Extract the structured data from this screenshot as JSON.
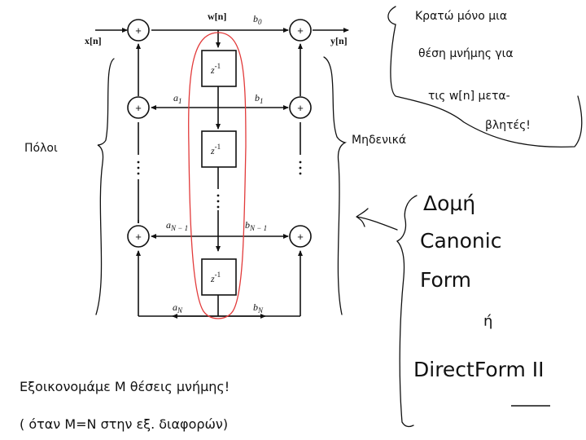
{
  "diagram": {
    "input": "x[n]",
    "output": "y[n]",
    "state": "w[n]",
    "delay": "z",
    "delay_exp": "-1",
    "coef_b0": "b",
    "coef_b0_sub": "0",
    "coef_a1": "a",
    "coef_a1_sub": "1",
    "coef_b1": "b",
    "coef_b1_sub": "1",
    "coef_aN1": "a",
    "coef_aN1_sub": "N − 1",
    "coef_bN1": "b",
    "coef_bN1_sub": "N − 1",
    "coef_aN": "a",
    "coef_aN_sub": "N",
    "coef_bN": "b",
    "coef_bN_sub": "N",
    "adder_symbol": "+"
  },
  "notes": {
    "poles": "Πόλοι",
    "zeros": "Μηδενικά",
    "top_right": [
      "Κρατώ μόνο μια",
      "θέση μνήμης για",
      "τις w[n] μετα-",
      "βλητές!"
    ],
    "structure": [
      "Δομή",
      "Canonic",
      "Form",
      "ή",
      "DirectForm II"
    ],
    "bottom": [
      "Εξοικονομάμε Μ θέσεις μνήμης!",
      "( όταν  M=N  στην εξ. διαφορών)"
    ]
  },
  "colors": {
    "line": "#111111",
    "highlight": "#e23a3a"
  }
}
